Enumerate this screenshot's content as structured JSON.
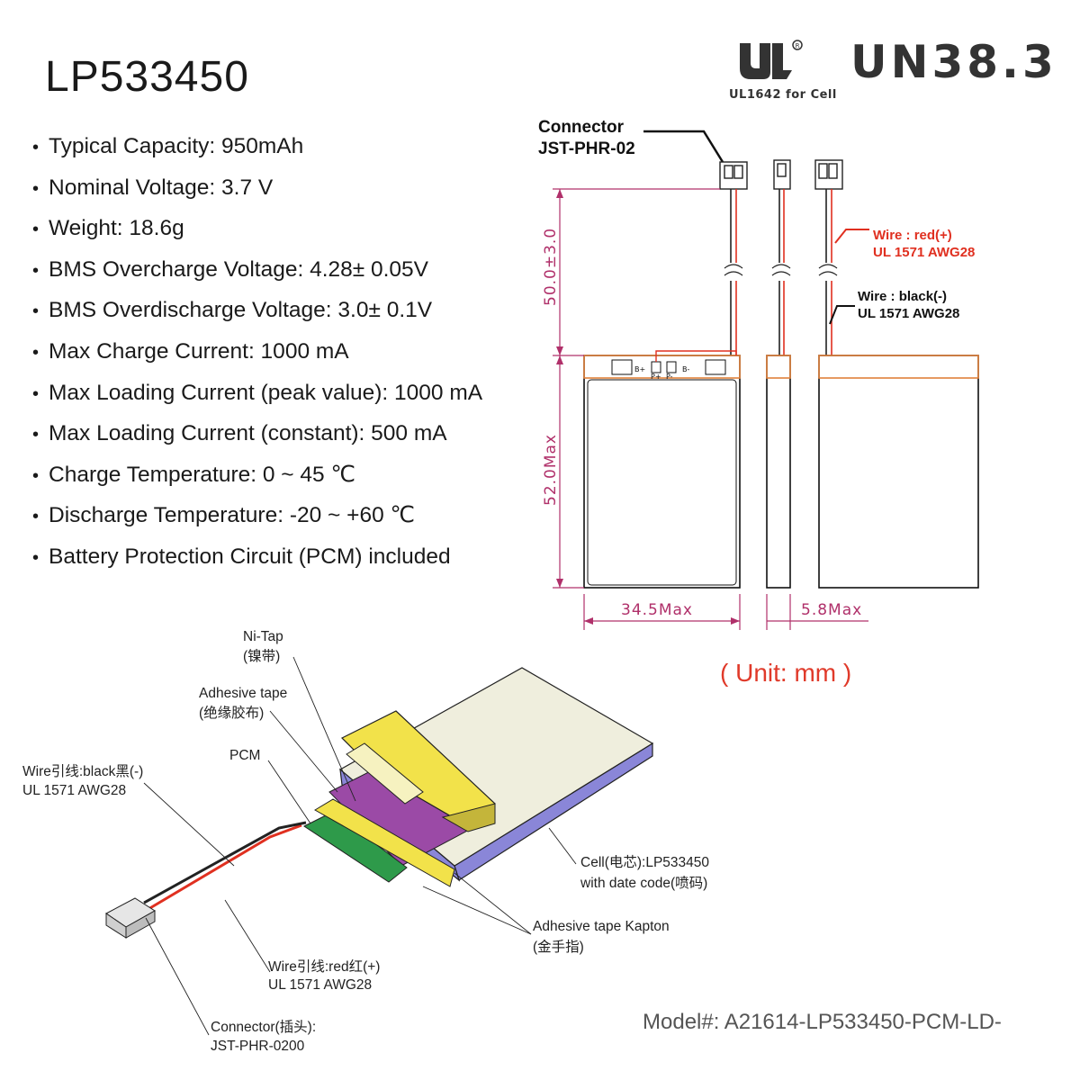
{
  "title": "LP533450",
  "specs": [
    "Typical Capacity: 950mAh",
    "Nominal Voltage: 3.7 V",
    "Weight: 18.6g",
    "BMS Overcharge Voltage: 4.28± 0.05V",
    "BMS Overdischarge Voltage: 3.0± 0.1V",
    "Max Charge Current: 1000 mA",
    "Max Loading Current (peak value): 1000 mA",
    "Max Loading Current (constant): 500 mA",
    "Charge Temperature: 0 ~ 45 ℃",
    "Discharge Temperature: -20 ~ +60 ℃",
    "Battery Protection Circuit (PCM) included"
  ],
  "certifications": {
    "ul_text": "UL1642 for Cell",
    "un_text": "UN38.3"
  },
  "drawing": {
    "connector_label_1": "Connector",
    "connector_label_2": "JST-PHR-02",
    "wire_red_1": "Wire : red(+)",
    "wire_red_2": "UL 1571 AWG28",
    "wire_black_1": "Wire : black(-)",
    "wire_black_2": "UL 1571 AWG28",
    "dim_wire": "50.0±3.0",
    "dim_height": "52.0Max",
    "dim_width": "34.5Max",
    "dim_thickness": "5.8Max",
    "unit_note": "( Unit: mm )",
    "pcb_labels": [
      "B+",
      "P+",
      "P-",
      "B-"
    ]
  },
  "exploded": {
    "ni_tap_1": "Ni-Tap",
    "ni_tap_2": "(镍带)",
    "adhesive_1": "Adhesive tape",
    "adhesive_2": "(绝缘胶布)",
    "pcm": "PCM",
    "wire_black_1": "Wire引线:black黑(-)",
    "wire_black_2": "UL 1571 AWG28",
    "cell_1": "Cell(电芯):LP533450",
    "cell_2": "with date code(喷码)",
    "kapton_1": "Adhesive tape Kapton",
    "kapton_2": "(金手指)",
    "wire_red_1": "Wire引线:red红(+)",
    "wire_red_2": "UL 1571 AWG28",
    "connector_1": "Connector(插头):",
    "connector_2": "JST-PHR-0200"
  },
  "model_number": "Model#: A21614-LP533450-PCM-LD-",
  "colors": {
    "dimension": "#b0306a",
    "wire_red": "#e03020",
    "wire_black": "#222222",
    "cell_top": "#efeedd",
    "cell_side": "#8a86d8",
    "tape_yellow": "#f2e24a",
    "pcm_green": "#2e9a4a",
    "connector_gray": "#e6e6e6",
    "unit_text": "#e03a2a"
  }
}
